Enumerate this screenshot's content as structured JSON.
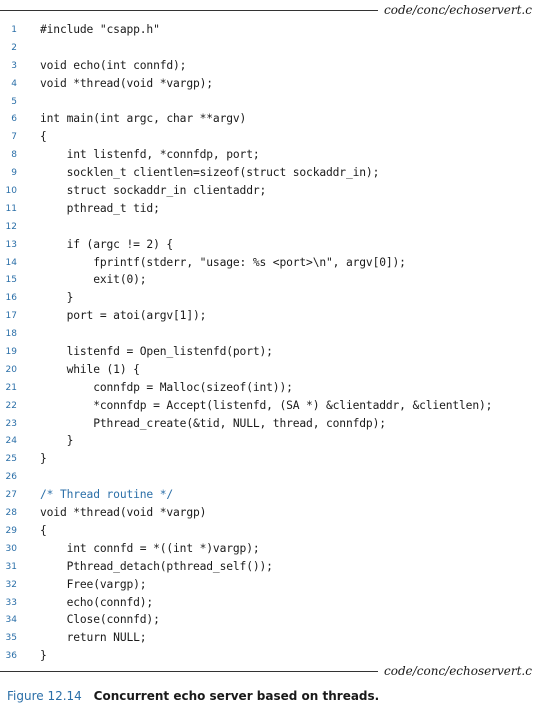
{
  "header_filename": "code/conc/echoservert.c",
  "footer_filename": "code/conc/echoservert.c",
  "code_lines": [
    {
      "num": "1",
      "text": "#include \"csapp.h\""
    },
    {
      "num": "2",
      "text": ""
    },
    {
      "num": "3",
      "text": "void echo(int connfd);"
    },
    {
      "num": "4",
      "text": "void *thread(void *vargp);"
    },
    {
      "num": "5",
      "text": ""
    },
    {
      "num": "6",
      "text": "int main(int argc, char **argv)"
    },
    {
      "num": "7",
      "text": "{"
    },
    {
      "num": "8",
      "text": "    int listenfd, *connfdp, port;"
    },
    {
      "num": "9",
      "text": "    socklen_t clientlen=sizeof(struct sockaddr_in);"
    },
    {
      "num": "10",
      "text": "    struct sockaddr_in clientaddr;"
    },
    {
      "num": "11",
      "text": "    pthread_t tid;"
    },
    {
      "num": "12",
      "text": ""
    },
    {
      "num": "13",
      "text": "    if (argc != 2) {"
    },
    {
      "num": "14",
      "text": "        fprintf(stderr, \"usage: %s <port>\\n\", argv[0]);"
    },
    {
      "num": "15",
      "text": "        exit(0);"
    },
    {
      "num": "16",
      "text": "    }"
    },
    {
      "num": "17",
      "text": "    port = atoi(argv[1]);"
    },
    {
      "num": "18",
      "text": ""
    },
    {
      "num": "19",
      "text": "    listenfd = Open_listenfd(port);"
    },
    {
      "num": "20",
      "text": "    while (1) {"
    },
    {
      "num": "21",
      "text": "        connfdp = Malloc(sizeof(int));"
    },
    {
      "num": "22",
      "text": "        *connfdp = Accept(listenfd, (SA *) &clientaddr, &clientlen);"
    },
    {
      "num": "23",
      "text": "        Pthread_create(&tid, NULL, thread, connfdp);"
    },
    {
      "num": "24",
      "text": "    }"
    },
    {
      "num": "25",
      "text": "}"
    },
    {
      "num": "26",
      "text": ""
    },
    {
      "num": "27",
      "text": "/* Thread routine */",
      "comment": true
    },
    {
      "num": "28",
      "text": "void *thread(void *vargp)"
    },
    {
      "num": "29",
      "text": "{"
    },
    {
      "num": "30",
      "text": "    int connfd = *((int *)vargp);"
    },
    {
      "num": "31",
      "text": "    Pthread_detach(pthread_self());"
    },
    {
      "num": "32",
      "text": "    Free(vargp);"
    },
    {
      "num": "33",
      "text": "    echo(connfd);"
    },
    {
      "num": "34",
      "text": "    Close(connfd);"
    },
    {
      "num": "35",
      "text": "    return NULL;"
    },
    {
      "num": "36",
      "text": "}"
    }
  ],
  "caption": {
    "label": "Figure 12.14",
    "text": "Concurrent echo server based on threads."
  },
  "colors": {
    "accent_blue": "#2b6fa8",
    "text": "#1a1a1a"
  }
}
